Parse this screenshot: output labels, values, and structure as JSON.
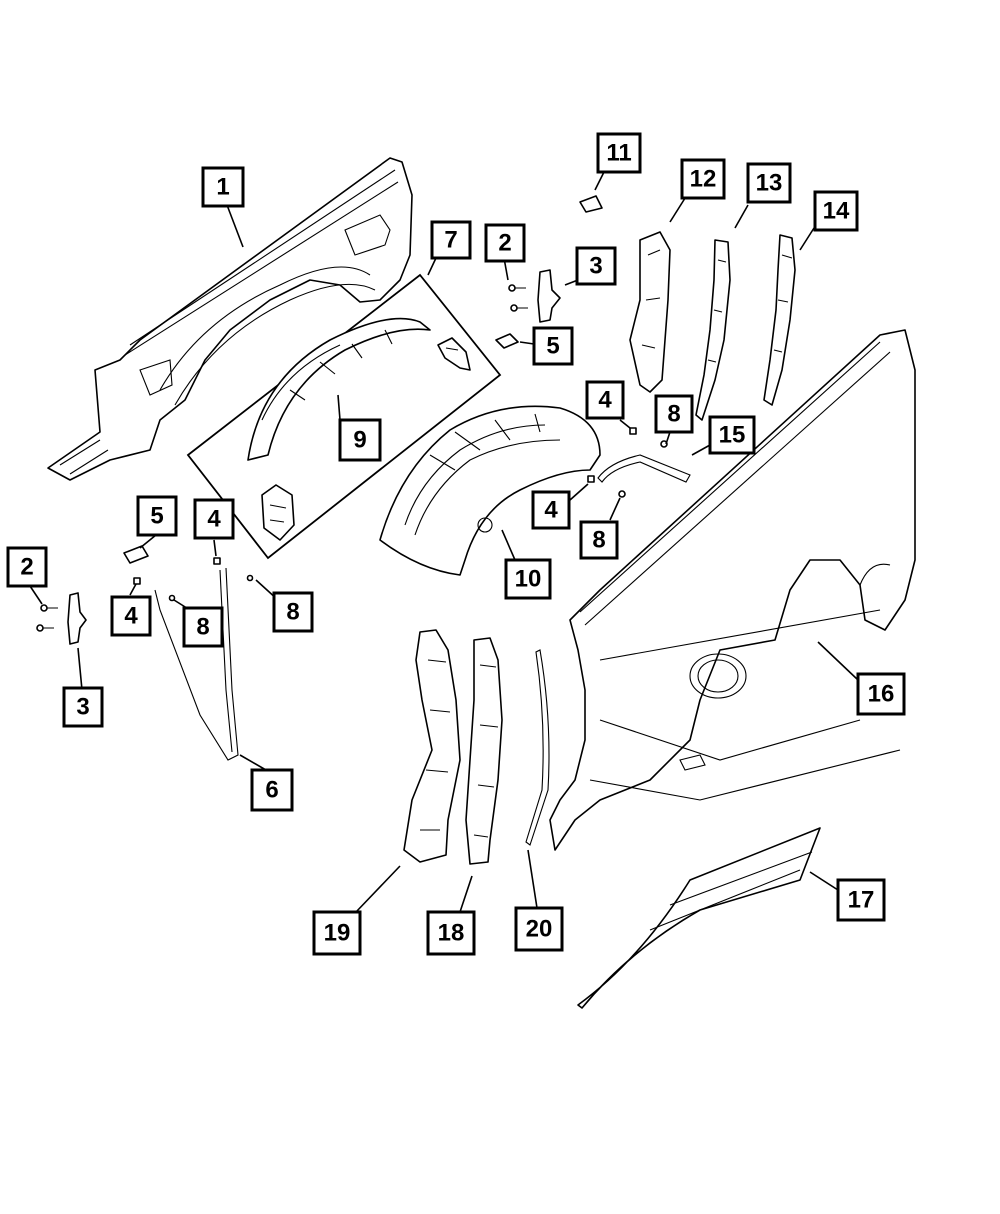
{
  "diagram": {
    "callouts": [
      {
        "label": "1"
      },
      {
        "label": "2"
      },
      {
        "label": "3"
      },
      {
        "label": "5"
      },
      {
        "label": "7"
      },
      {
        "label": "9"
      },
      {
        "label": "11"
      },
      {
        "label": "12"
      },
      {
        "label": "13"
      },
      {
        "label": "14"
      },
      {
        "label": "4"
      },
      {
        "label": "8"
      },
      {
        "label": "15"
      },
      {
        "label": "4"
      },
      {
        "label": "8"
      },
      {
        "label": "10"
      },
      {
        "label": "5"
      },
      {
        "label": "4"
      },
      {
        "label": "2"
      },
      {
        "label": "4"
      },
      {
        "label": "8"
      },
      {
        "label": "8"
      },
      {
        "label": "3"
      },
      {
        "label": "6"
      },
      {
        "label": "16"
      },
      {
        "label": "17"
      },
      {
        "label": "19"
      },
      {
        "label": "18"
      },
      {
        "label": "20"
      }
    ]
  }
}
